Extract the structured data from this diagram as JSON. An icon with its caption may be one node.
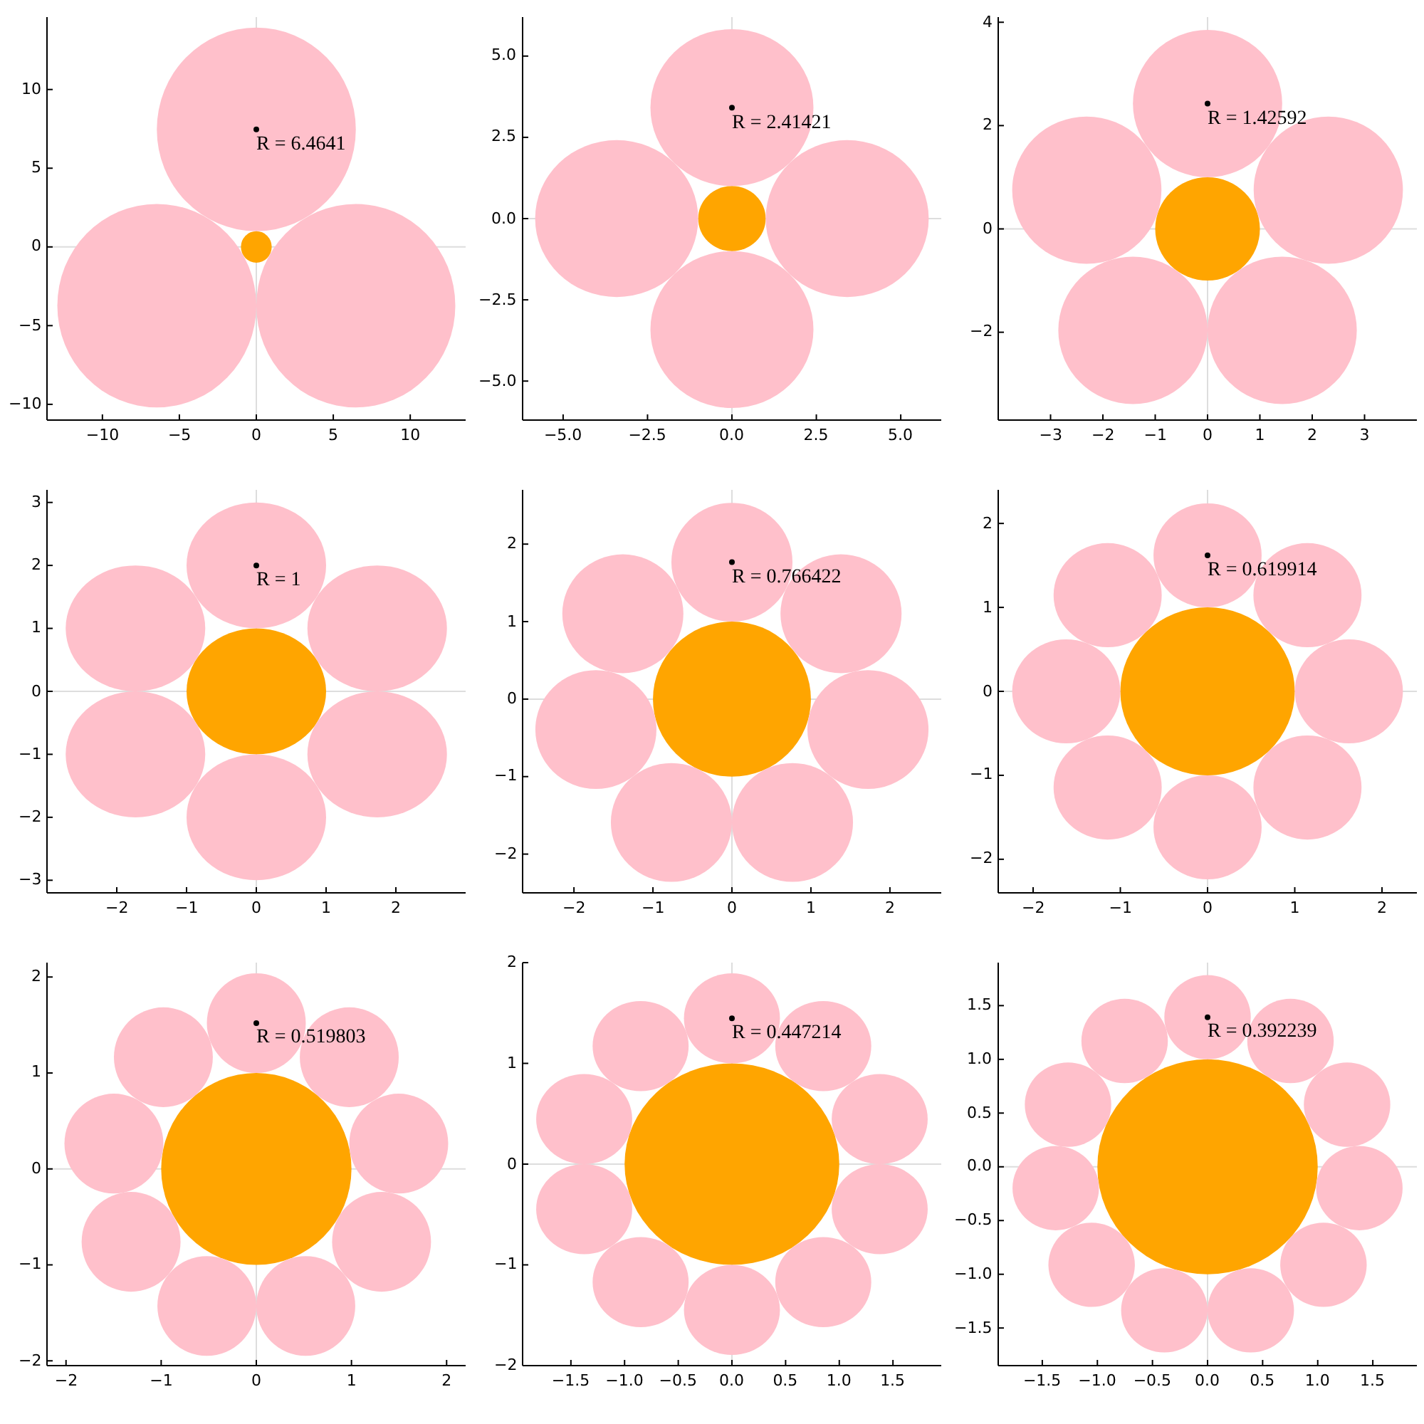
{
  "diagram": {
    "labels": [
      "10",
      "5",
      "0",
      "−5",
      "−10",
      "R = 6.4641",
      "−10",
      "−5",
      "0",
      "5",
      "10",
      "5.0",
      "2.5",
      "0.0",
      "−2.5",
      "−5.0",
      "R = 2.41421",
      "−5.0",
      "−2.5",
      "0.0",
      "2.5",
      "5.0",
      "4",
      "2",
      "0",
      "−2",
      "R = 1.42592",
      "−3",
      "−2",
      "−1",
      "0",
      "1",
      "2",
      "3",
      "3",
      "2",
      "1",
      "0",
      "−1",
      "−2",
      "−3",
      "R = 1",
      "−2",
      "−1",
      "0",
      "1",
      "2",
      "2",
      "1",
      "0",
      "−1",
      "−2",
      "R = 0.766422",
      "−2",
      "−1",
      "0",
      "1",
      "2",
      "2",
      "1",
      "0",
      "−1",
      "−2",
      "R = 0.619914",
      "−2",
      "−1",
      "0",
      "1",
      "2",
      "2",
      "1",
      "0",
      "−1",
      "−2",
      "R = 0.519803",
      "−2",
      "−1",
      "0",
      "1",
      "2",
      "2",
      "1",
      "0",
      "−1",
      "−2",
      "R = 0.447214",
      "−1.5",
      "−1.0",
      "−0.5",
      "0.0",
      "0.5",
      "1.0",
      "1.5",
      "1.5",
      "1.0",
      "0.5",
      "0.0",
      "−0.5",
      "−1.0",
      "−1.5",
      "R = 0.392239",
      "−1.5",
      "−1.0",
      "−0.5",
      "0.0",
      "0.5",
      "1.0",
      "1.5"
    ]
  }
}
